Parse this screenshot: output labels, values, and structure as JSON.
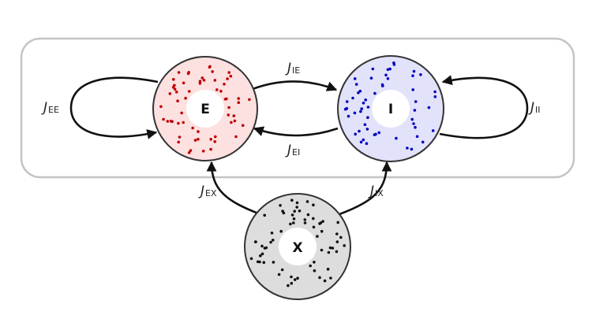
{
  "populations": {
    "E": {
      "label": "E",
      "fill": "#fde0e0",
      "dot_color": "#c00000",
      "dot_count": 60
    },
    "I": {
      "label": "I",
      "fill": "#e2e2fb",
      "dot_color": "#0000c0",
      "dot_count": 55
    },
    "X": {
      "label": "X",
      "fill": "#dddddd",
      "dot_color": "#111111",
      "dot_count": 65
    }
  },
  "couplings": {
    "EE": {
      "main": "J",
      "sub": "EE"
    },
    "IE": {
      "main": "J",
      "sub": "IE"
    },
    "EI": {
      "main": "J",
      "sub": "EI"
    },
    "II": {
      "main": "J",
      "sub": "II"
    },
    "EX": {
      "main": "J",
      "sub": "EX"
    },
    "IX": {
      "main": "J",
      "sub": "IX"
    }
  },
  "colors": {
    "box_stroke": "#c4c4c4",
    "edge": "#111111",
    "circle_stroke": "#333333"
  }
}
